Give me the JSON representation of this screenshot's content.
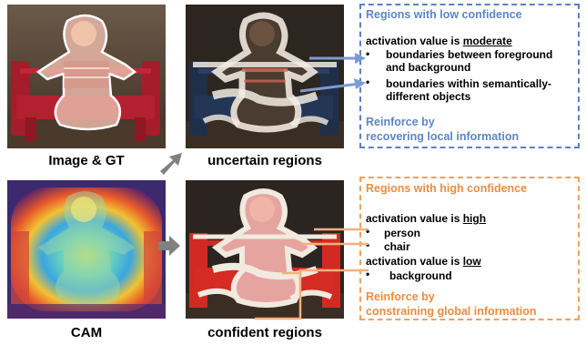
{
  "colors": {
    "blue": "#5b7fc7",
    "orange": "#f0a060",
    "gray_arrow": "#808080",
    "blue_text": "#5b86c7",
    "orange_text": "#ed8c3e"
  },
  "captions": {
    "image_gt": "Image & GT",
    "uncertain": "uncertain regions",
    "cam": "CAM",
    "confident": "confident regions"
  },
  "low_box": {
    "title": "Regions with low confidence",
    "activation_prefix": "activation value is ",
    "activation_level": "moderate",
    "bullets": [
      [
        "boundaries between foreground",
        "and background"
      ],
      [
        "boundaries within semantically-",
        "different objects"
      ]
    ],
    "reinforce_line1": "Reinforce by",
    "reinforce_line2": "recovering local information"
  },
  "high_box": {
    "title": "Regions with high confidence",
    "activation1_prefix": "activation value is ",
    "activation1_level": "high",
    "bullets_high": [
      "person",
      "chair"
    ],
    "activation2_prefix": "activation value is ",
    "activation2_level": "low",
    "bullets_low": [
      "background"
    ],
    "reinforce_line1": "Reinforce by",
    "reinforce_line2": "constraining global information"
  }
}
